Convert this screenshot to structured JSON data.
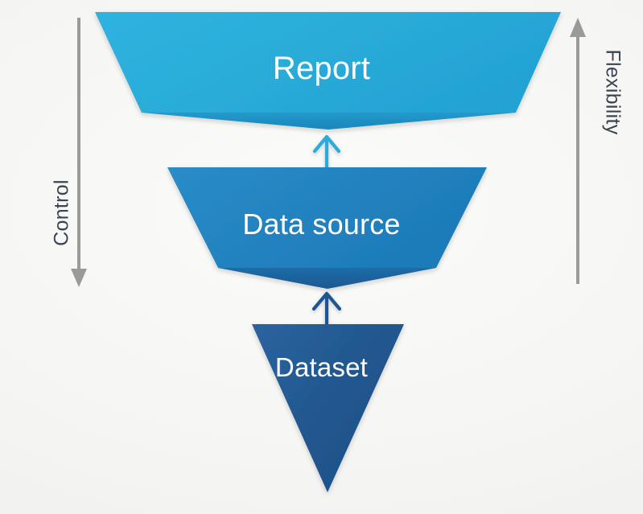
{
  "diagram": {
    "title": "Report / Data source / Dataset funnel",
    "background_color": "#f5f5f3",
    "stages": [
      {
        "id": "report",
        "label": "Report",
        "shape": "trapezoid-inverted",
        "fill": "#29abdc",
        "fill_light": "#31b4e0",
        "bevel_fill": "#1f93c4",
        "text_color": "#ffffff",
        "order": 1
      },
      {
        "id": "data-source",
        "label": "Data source",
        "shape": "trapezoid-inverted",
        "fill": "#2383c0",
        "fill_light": "#2a8cc8",
        "bevel_fill": "#1b5f9e",
        "text_color": "#ffffff",
        "order": 2
      },
      {
        "id": "dataset",
        "label": "Dataset",
        "shape": "triangle-down",
        "fill": "#1f5694",
        "fill_light": "#2a629f",
        "bevel_fill": "#17457c",
        "text_color": "#ffffff",
        "order": 3
      }
    ],
    "connectors": [
      {
        "id": "arrow-dataset-to-datasource",
        "direction": "up",
        "from": "dataset",
        "to": "data-source",
        "color": "#1f5694"
      },
      {
        "id": "arrow-datasource-to-report",
        "direction": "up",
        "from": "data-source",
        "to": "report",
        "color": "#29abdc"
      }
    ],
    "axes": [
      {
        "id": "control",
        "label": "Control",
        "side": "left",
        "arrow_direction": "down",
        "color": "#9a9a9a",
        "text_color": "#3a4552"
      },
      {
        "id": "flexibility",
        "label": "Flexibility",
        "side": "right",
        "arrow_direction": "up",
        "color": "#9a9a9a",
        "text_color": "#3a4552"
      }
    ]
  }
}
